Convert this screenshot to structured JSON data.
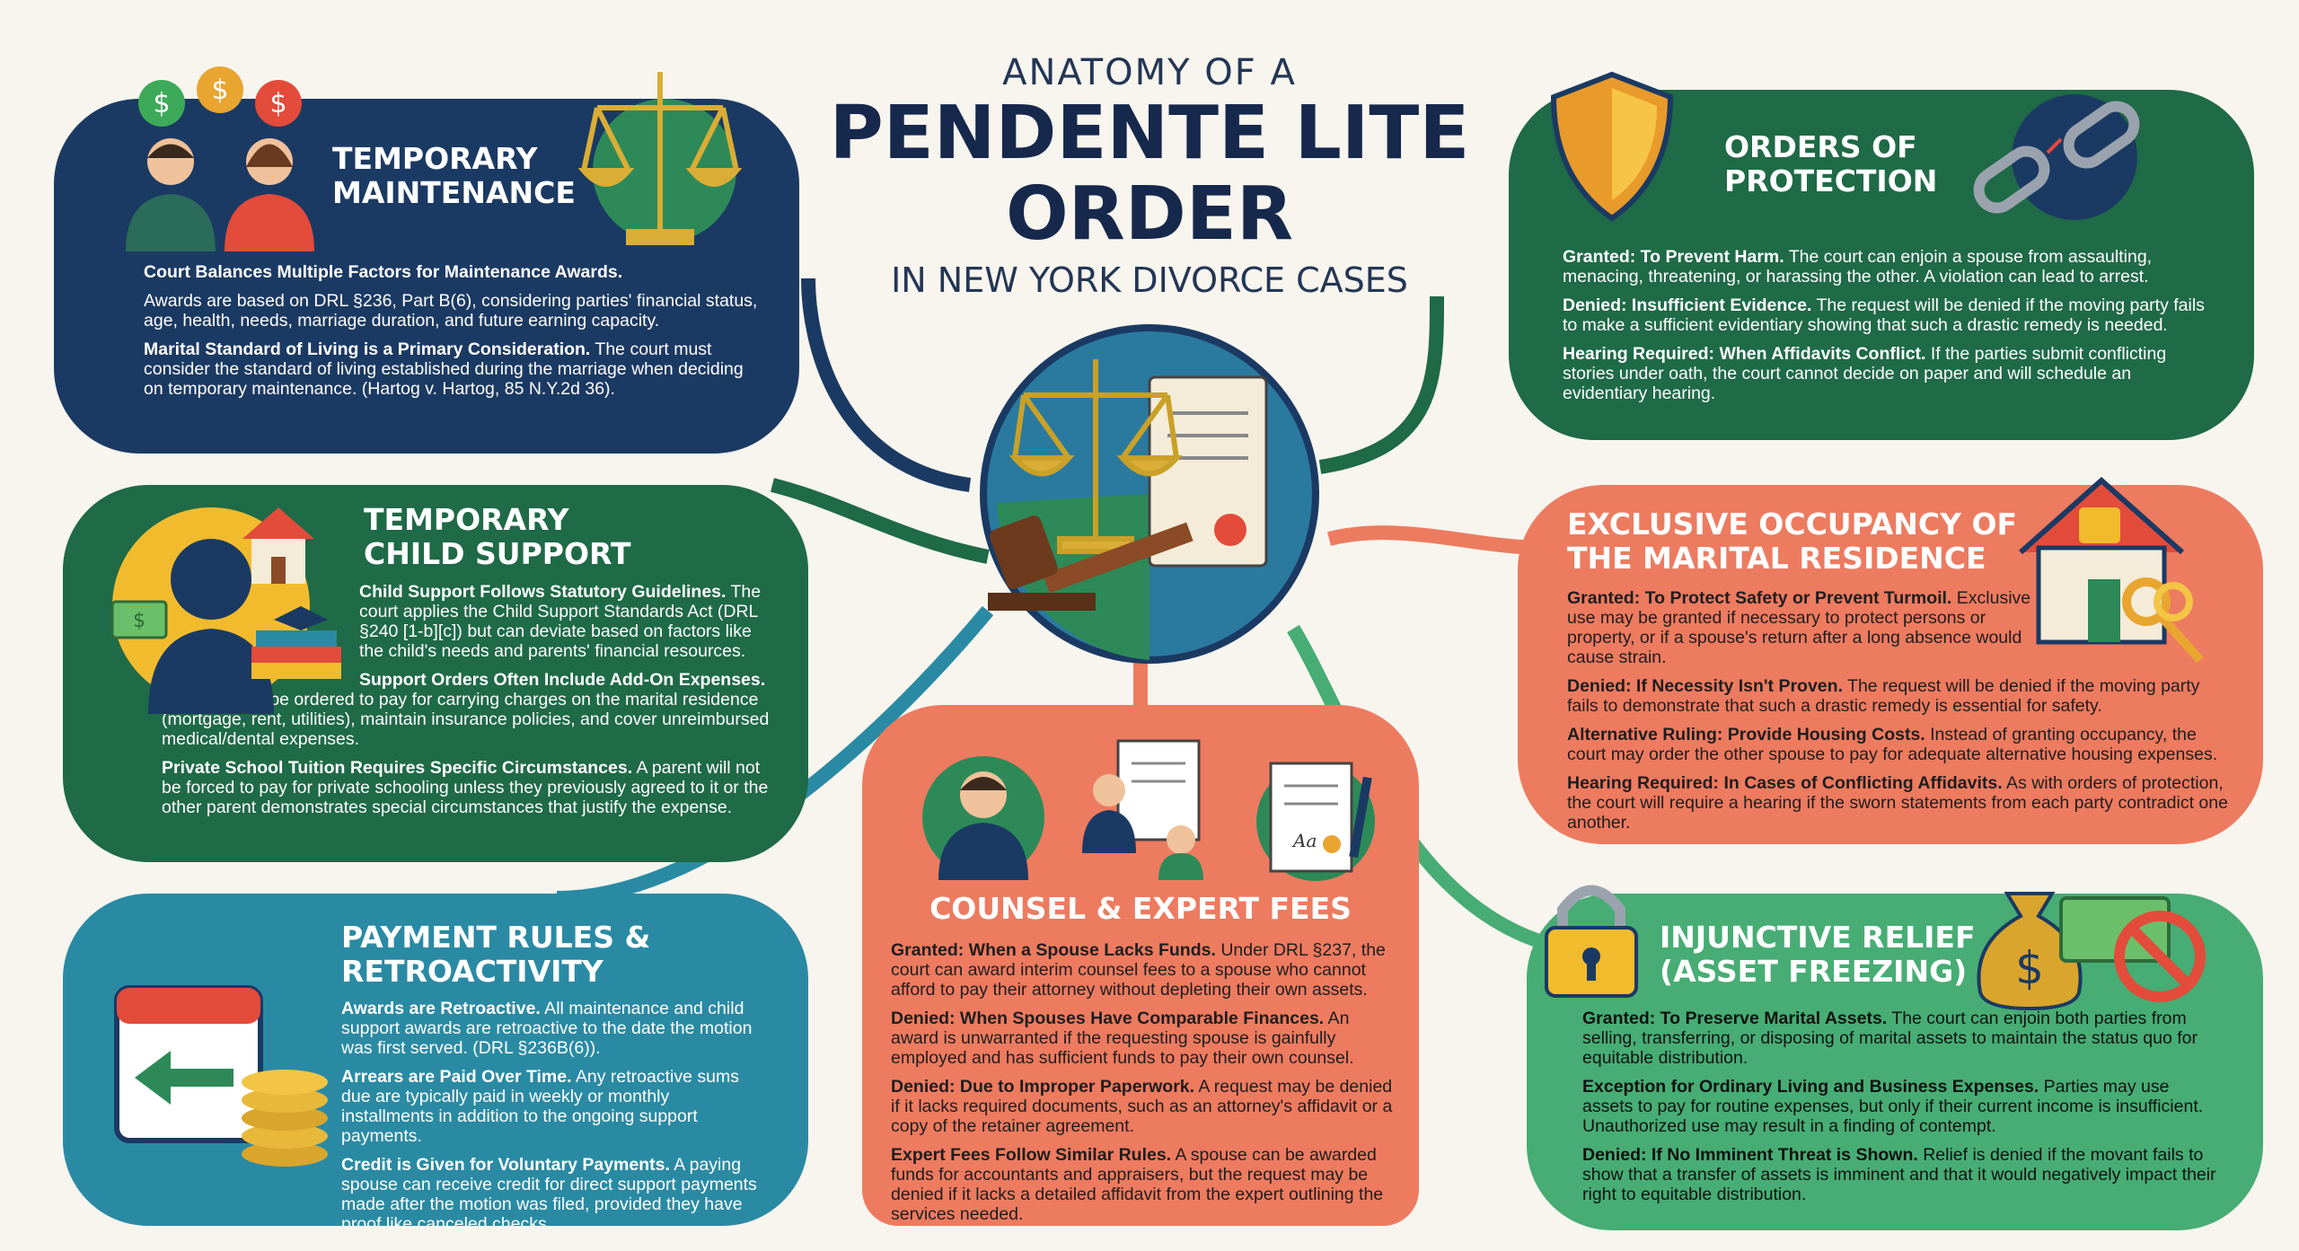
{
  "title": {
    "pre": "ANATOMY OF A",
    "main_line1": "PENDENTE LITE",
    "main_line2": "ORDER",
    "sub": "IN NEW YORK DIVORCE CASES"
  },
  "colors": {
    "navy": "#1b3a63",
    "green": "#1f6a47",
    "coral": "#ed7b60",
    "teal": "#2a8aa4",
    "mint": "#47ad74"
  },
  "maintenance": {
    "heading_l1": "TEMPORARY",
    "heading_l2": "MAINTENANCE",
    "items": [
      {
        "title": "Court Balances Multiple Factors for Maintenance Awards.",
        "text": ""
      },
      {
        "title": "",
        "text": "Awards are based on DRL §236, Part B(6), considering parties' financial status, age, health, needs, marriage duration, and future earning capacity."
      },
      {
        "title": "Marital Standard of Living is a Primary Consideration.",
        "text": " The court must consider the standard of living established during the marriage when deciding on temporary maintenance. (Hartog v. Hartog, 85 N.Y.2d 36)."
      }
    ]
  },
  "protection": {
    "heading_l1": "ORDERS OF",
    "heading_l2": "PROTECTION",
    "items": [
      {
        "title": "Granted: To Prevent Harm.",
        "text": " The court can enjoin a spouse from assaulting, menacing, threatening, or harassing the other. A violation can lead to arrest."
      },
      {
        "title": "Denied: Insufficient Evidence.",
        "text": " The request will be denied if the moving party fails to make a sufficient evidentiary showing that such a drastic remedy is needed."
      },
      {
        "title": "Hearing Required: When Affidavits Conflict.",
        "text": " If the parties submit conflicting stories under oath, the court cannot decide on paper and will schedule an evidentiary hearing."
      }
    ]
  },
  "child_support": {
    "heading_l1": "TEMPORARY",
    "heading_l2": "CHILD SUPPORT",
    "items": [
      {
        "title": "Child Support Follows Statutory Guidelines.",
        "text": " The court applies the Child Support Standards Act (DRL §240 [1-b][c]) but can deviate based on factors like the child's needs and parents' financial resources."
      },
      {
        "title": "Support Orders Often Include Add-On Expenses.",
        "text": " A parent may be ordered to pay for carrying charges on the marital residence (mortgage, rent, utilities), maintain insurance policies, and cover unreimbursed medical/dental expenses."
      },
      {
        "title": "Private School Tuition Requires Specific Circumstances.",
        "text": " A parent will not be forced to pay for private schooling unless they previously agreed to it or the other parent demonstrates special circumstances that justify the expense."
      }
    ]
  },
  "occupancy": {
    "heading_l1": "EXCLUSIVE OCCUPANCY OF",
    "heading_l2": "THE MARITAL RESIDENCE",
    "items": [
      {
        "title": "Granted: To Protect Safety or Prevent Turmoil.",
        "text": " Exclusive use may be granted if necessary to protect persons or property, or if a spouse's return after a long absence would cause strain."
      },
      {
        "title": "Denied: If Necessity Isn't Proven.",
        "text": " The request will be denied if the moving party fails to demonstrate that such a drastic remedy is essential for safety."
      },
      {
        "title": "Alternative Ruling: Provide Housing Costs.",
        "text": " Instead of granting occupancy, the court may order the other spouse to pay for adequate alternative housing expenses."
      },
      {
        "title": "Hearing Required: In Cases of Conflicting Affidavits.",
        "text": " As with orders of protection, the court will require a hearing if the sworn statements from each party contradict one another."
      }
    ]
  },
  "payment": {
    "heading_l1": "PAYMENT RULES &",
    "heading_l2": "RETROACTIVITY",
    "items": [
      {
        "title": "Awards are Retroactive.",
        "text": " All maintenance and child support awards are retroactive to the date the motion was first served. (DRL §236B(6))."
      },
      {
        "title": "Arrears are Paid Over Time.",
        "text": " Any retroactive sums due are typically paid in weekly or monthly installments in addition to the ongoing support payments."
      },
      {
        "title": "Credit is Given for Voluntary Payments.",
        "text": " A paying spouse can receive credit for direct support payments made after the motion was filed, provided they have proof like canceled checks."
      }
    ]
  },
  "counsel": {
    "heading": "COUNSEL & EXPERT FEES",
    "items": [
      {
        "title": "Granted: When a Spouse Lacks Funds.",
        "text": " Under DRL §237, the court can award interim counsel fees to a spouse who cannot afford to pay their attorney without depleting their own assets."
      },
      {
        "title": "Denied: When Spouses Have Comparable Finances.",
        "text": " An award is unwarranted if the requesting spouse is gainfully employed and has sufficient funds to pay their own counsel."
      },
      {
        "title": "Denied: Due to Improper Paperwork.",
        "text": " A request may be denied if it lacks required documents, such as an attorney's affidavit or a copy of the retainer agreement."
      },
      {
        "title": "Expert Fees Follow Similar Rules.",
        "text": " A spouse can be awarded funds for accountants and appraisers, but the request may be denied if it lacks a detailed affidavit from the expert outlining the services needed."
      }
    ]
  },
  "injunctive": {
    "heading_l1": "INJUNCTIVE RELIEF",
    "heading_l2": "(ASSET FREEZING)",
    "items": [
      {
        "title": "Granted: To Preserve Marital Assets.",
        "text": " The court can enjoin both parties from selling, transferring, or disposing of marital assets to maintain the status quo for equitable distribution."
      },
      {
        "title": "Exception for Ordinary Living and Business Expenses.",
        "text": " Parties may use assets to pay for routine expenses, but only if their current income is insufficient. Unauthorized use may result in a finding of contempt."
      },
      {
        "title": "Denied: If No Imminent Threat is Shown.",
        "text": " Relief is denied if the movant fails to show that a transfer of assets is imminent and that it would negatively impact their right to equitable distribution."
      }
    ]
  },
  "icons": {
    "dollar_glyph": "$",
    "signature_glyph": "Aa",
    "names": [
      "dollar-coins-icon",
      "couple-icon",
      "scales-icon",
      "shield-icon",
      "broken-chain-icon",
      "house-icon",
      "child-silhouette-icon",
      "money-icon",
      "books-icon",
      "keys-icon",
      "calendar-icon",
      "arrow-left-icon",
      "coin-stack-icon",
      "lawyer-icon",
      "presenter-icon",
      "document-icon",
      "padlock-icon",
      "money-bag-icon",
      "no-sign-icon",
      "gavel-icon"
    ]
  }
}
